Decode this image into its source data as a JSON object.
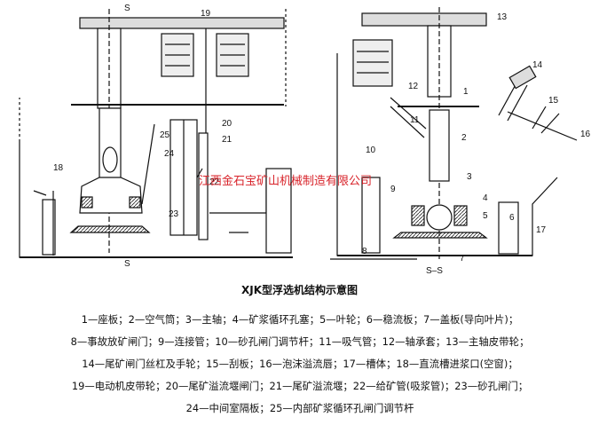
{
  "figure": {
    "title": "XJK型浮选机结构示意图",
    "watermark": "江西金石宝矿山机械制造有限公司",
    "section_marks": {
      "s_top": "S",
      "s_bottom": "S",
      "ss": "S–S"
    },
    "callouts": [
      "1",
      "2",
      "3",
      "4",
      "5",
      "6",
      "7",
      "8",
      "9",
      "10",
      "11",
      "12",
      "13",
      "14",
      "15",
      "16",
      "17",
      "18",
      "19",
      "20",
      "21",
      "22",
      "23",
      "24",
      "25"
    ]
  },
  "legend": {
    "lines": [
      "1—座板；2—空气筒；3—主轴；4—矿浆循环孔塞；5—叶轮；6—稳流板；7—盖板(导向叶片)；",
      "8—事故放矿闸门；9—连接管；10—砂孔闸门调节杆；11—吸气管；12—轴承套；13—主轴皮带轮；",
      "14—尾矿闸门丝杠及手轮；15—刮板；16—泡沫溢流唇；17—槽体；18—直流槽进浆口(空窗)；",
      "19—电动机皮带轮；20—尾矿溢流堰闸门；21—尾矿溢流堰；22—给矿管(吸浆管)；23—砂孔闸门；",
      "24—中间室隔板；25—内部矿浆循环孔闸门调节杆"
    ]
  }
}
